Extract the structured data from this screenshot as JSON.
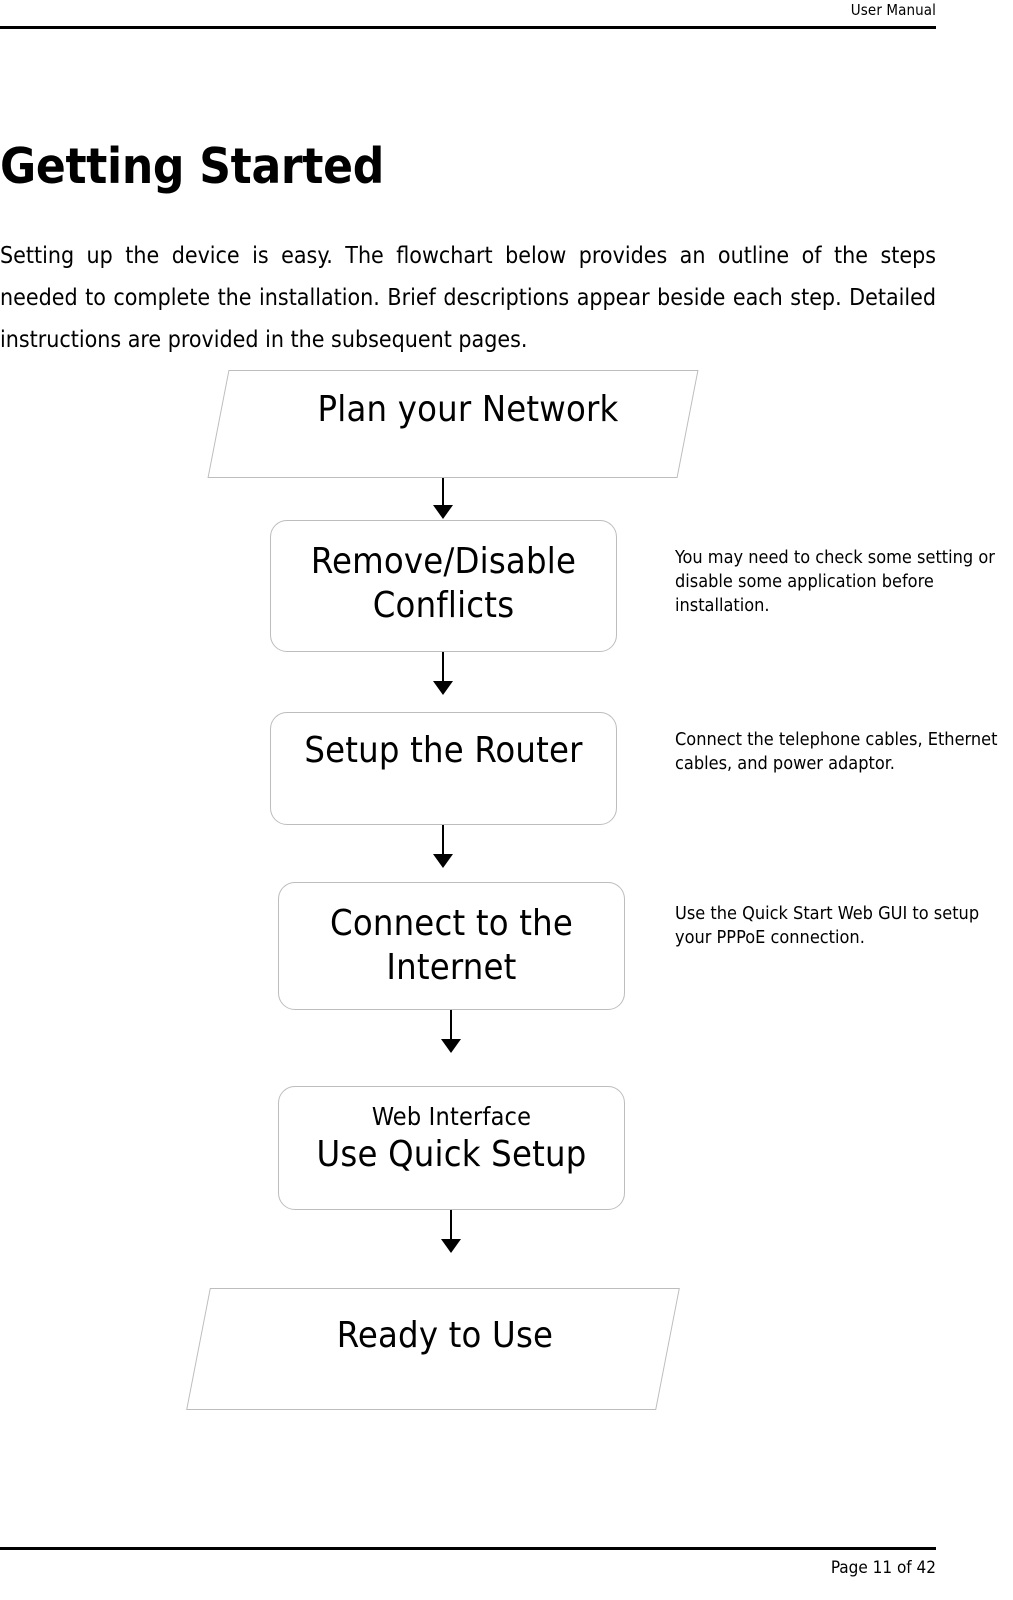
{
  "header": {
    "running_title": "User Manual"
  },
  "title": "Getting Started",
  "intro": "Setting up the device is easy. The flowchart below provides an outline of the steps needed to complete the installation. Brief descriptions appear beside each step. Detailed instructions are provided in the subsequent pages.",
  "flowchart": {
    "nodes": [
      {
        "id": "plan",
        "shape": "terminator",
        "label": "Plan your Network"
      },
      {
        "id": "remove",
        "shape": "process",
        "label": "Remove/Disable Conflicts"
      },
      {
        "id": "setup",
        "shape": "process",
        "label": "Setup the Router"
      },
      {
        "id": "connect",
        "shape": "process",
        "label": "Connect to the Internet"
      },
      {
        "id": "quick",
        "shape": "process",
        "label_small": "Web Interface",
        "label": "Use Quick Setup"
      },
      {
        "id": "ready",
        "shape": "terminator",
        "label": "Ready to Use"
      }
    ],
    "notes": [
      {
        "for": "remove",
        "text": "You may need to check some setting or disable some application before installation."
      },
      {
        "for": "setup",
        "text": "Connect the telephone cables, Ethernet cables, and power adaptor."
      },
      {
        "for": "connect",
        "text": "Use the Quick Start Web GUI to setup your PPPoE connection."
      }
    ],
    "border_color": "#bdbdbd",
    "arrow_color": "#000000"
  },
  "footer": {
    "page_text": "Page 11 of 42"
  }
}
